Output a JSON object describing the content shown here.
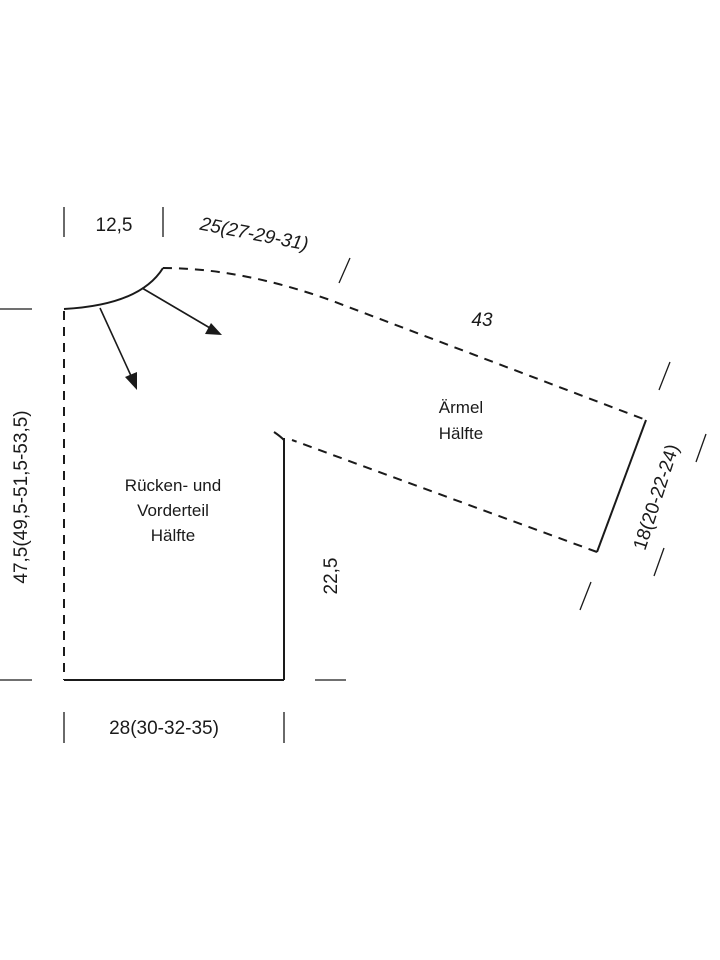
{
  "measurements": {
    "neck_width": "12,5",
    "shoulder_seam": "25(27-29-31)",
    "sleeve_top_length": "43",
    "body_height": "47,5(49,5-51,5-53,5)",
    "side_height": "22,5",
    "body_width": "28(30-32-35)",
    "cuff_width": "18(20-22-24)"
  },
  "pieces": {
    "body": {
      "line1": "Rücken- und",
      "line2": "Vorderteil",
      "line3": "Hälfte"
    },
    "sleeve": {
      "line1": "Ärmel",
      "line2": "Hälfte"
    }
  }
}
